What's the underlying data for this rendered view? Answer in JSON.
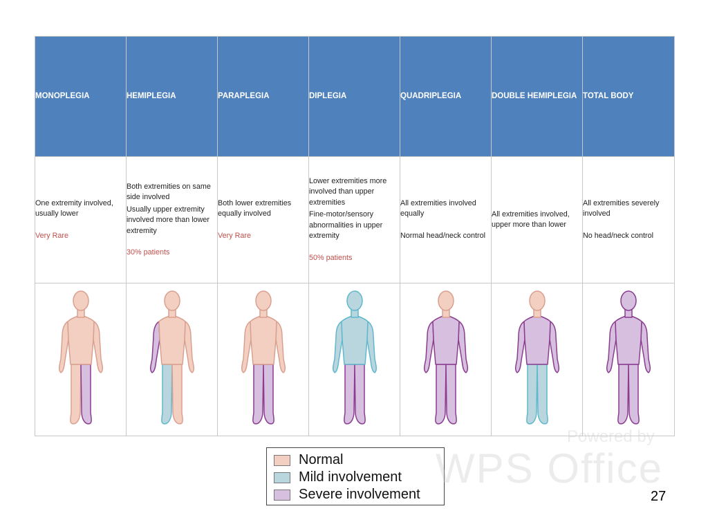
{
  "columns": [
    {
      "header": "MONOPLEGIA",
      "description": [
        "One extremity involved, usually lower"
      ],
      "stat": "Very Rare",
      "figure": {
        "upper": "normal",
        "left_arm": "normal",
        "right_arm": "normal",
        "left_leg": "normal",
        "right_leg": "severe"
      }
    },
    {
      "header": "HEMIPLEGIA",
      "description": [
        "Both extremities on same side involved",
        "Usually upper extremity involved more than lower extremity"
      ],
      "stat": "30% patients",
      "figure": {
        "upper": "normal",
        "left_arm": "severe",
        "right_arm": "normal",
        "left_leg": "mild",
        "right_leg": "normal"
      }
    },
    {
      "header": "PARAPLEGIA",
      "description": [
        "Both lower extremities equally involved"
      ],
      "stat": "Very Rare",
      "figure": {
        "upper": "normal",
        "left_arm": "normal",
        "right_arm": "normal",
        "left_leg": "severe",
        "right_leg": "severe"
      }
    },
    {
      "header": "DIPLEGIA",
      "description": [
        "Lower extremities more involved than upper extremities",
        "Fine-motor/sensory abnormalities in upper extremity"
      ],
      "stat": "50% patients",
      "figure": {
        "upper": "mild",
        "left_arm": "mild",
        "right_arm": "mild",
        "left_leg": "severe",
        "right_leg": "severe"
      }
    },
    {
      "header": "QUADRIPLEGIA",
      "description": [
        "All extremities involved equally",
        "Normal head/neck control"
      ],
      "stat": "",
      "figure": {
        "upper": "severe",
        "left_arm": "severe",
        "right_arm": "severe",
        "left_leg": "severe",
        "right_leg": "severe",
        "head": "normal"
      }
    },
    {
      "header": "DOUBLE HEMIPLEGIA",
      "description": [
        "All extremities involved, upper more than lower"
      ],
      "stat": "",
      "figure": {
        "upper": "severe",
        "left_arm": "severe",
        "right_arm": "severe",
        "left_leg": "mild",
        "right_leg": "mild",
        "head": "normal"
      }
    },
    {
      "header": "TOTAL BODY",
      "description": [
        "All extremities severely involved",
        "No head/neck control"
      ],
      "stat": "",
      "figure": {
        "upper": "severe",
        "left_arm": "severe",
        "right_arm": "severe",
        "left_leg": "severe",
        "right_leg": "severe",
        "head": "severe"
      }
    }
  ],
  "legend": [
    {
      "label": "Normal",
      "key": "normal"
    },
    {
      "label": "Mild involvement",
      "key": "mild"
    },
    {
      "label": "Severe involvement",
      "key": "severe"
    }
  ],
  "colors": {
    "header_bg": "#4f81bd",
    "stat_text": "#c0504d",
    "normal_fill": "#f3cfc2",
    "normal_stroke": "#d9a08f",
    "mild_fill": "#b9d6df",
    "mild_stroke": "#5fb8cc",
    "severe_fill": "#d7bfe0",
    "severe_stroke": "#8a3c8f"
  },
  "watermark": {
    "line1": "Powered by",
    "line2": "WPS Office"
  },
  "page_number": "27"
}
